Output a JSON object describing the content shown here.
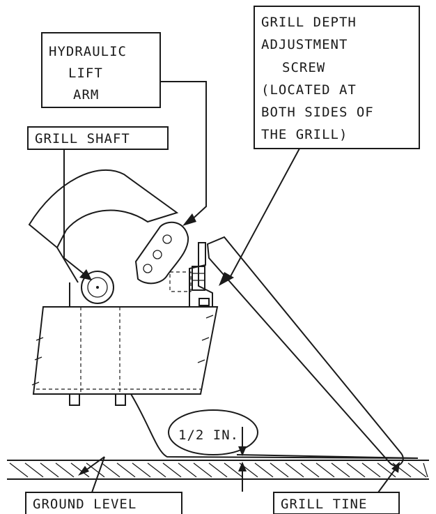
{
  "labels": {
    "hydraulic_lift_arm": [
      "HYDRAULIC",
      "LIFT",
      "ARM"
    ],
    "grill_shaft": "GRILL SHAFT",
    "grill_depth_adjustment_screw": [
      "GRILL DEPTH",
      "ADJUSTMENT",
      "SCREW",
      "(LOCATED AT",
      "BOTH SIDES OF",
      "THE GRILL)"
    ],
    "half_inch": "1/2 IN.",
    "ground_level": "GROUND LEVEL",
    "grill_tine": "GRILL TINE"
  },
  "colors": {
    "ink": "#1a1a1a",
    "paper": "#ffffff"
  }
}
